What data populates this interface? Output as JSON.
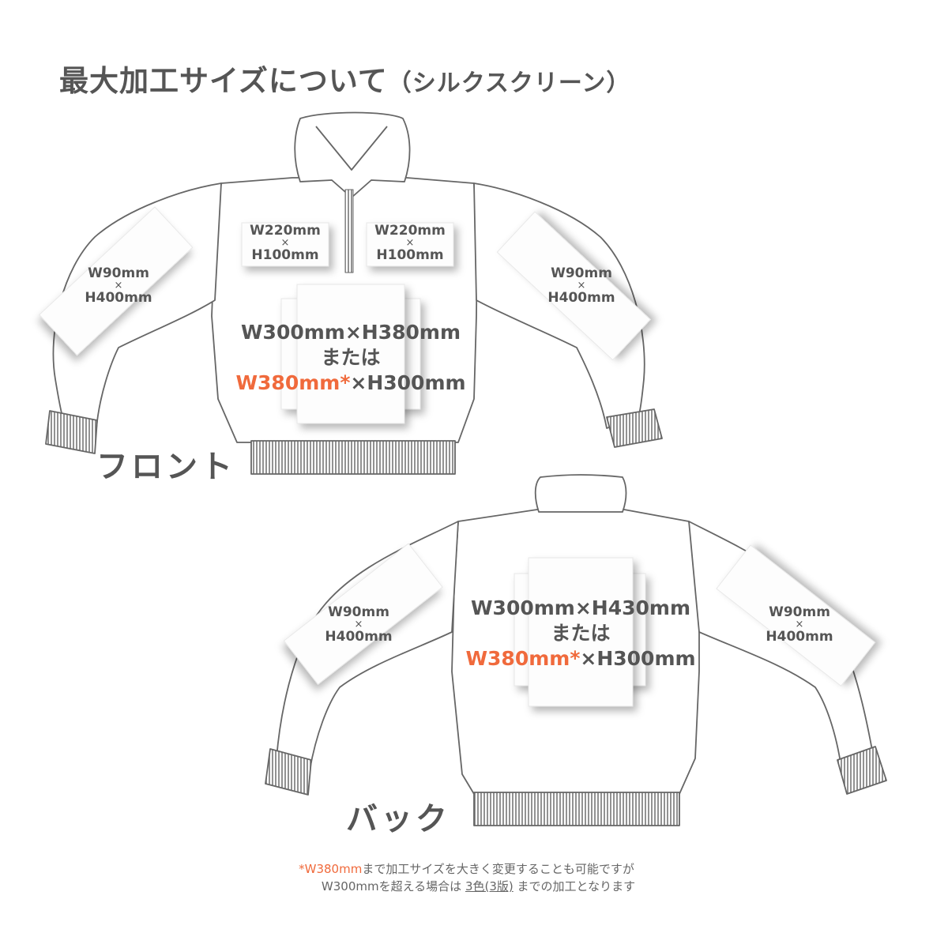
{
  "title": {
    "main": "最大加工サイズについて",
    "sub": "（シルクスクリーン）"
  },
  "times": "×",
  "colors": {
    "text": "#555555",
    "accent": "#f06a3c",
    "outline": "#666666"
  },
  "front": {
    "label": "フロント",
    "left_sleeve": {
      "w": "W90mm",
      "h": "H400mm"
    },
    "right_sleeve": {
      "w": "W90mm",
      "h": "H400mm"
    },
    "left_chest": {
      "w": "W220mm",
      "h": "H100mm"
    },
    "right_chest": {
      "w": "W220mm",
      "h": "H100mm"
    },
    "body": {
      "line1": "W300mm×H380mm",
      "line2": "または",
      "line3_accent": "W380mm*",
      "line3_rest": "×H300mm"
    }
  },
  "back": {
    "label": "バック",
    "left_sleeve": {
      "w": "W90mm",
      "h": "H400mm"
    },
    "right_sleeve": {
      "w": "W90mm",
      "h": "H400mm"
    },
    "body": {
      "line1": "W300mm×H430mm",
      "line2": "または",
      "line3_accent": "W380mm*",
      "line3_rest": "×H300mm"
    }
  },
  "note": {
    "accent": "*W380mm",
    "line1_rest": "まで加工サイズを大きく変更することも可能ですが",
    "line2_a": "W300mmを超える場合は",
    "line2_underline": "3色(3版)",
    "line2_b": "までの加工となります"
  }
}
